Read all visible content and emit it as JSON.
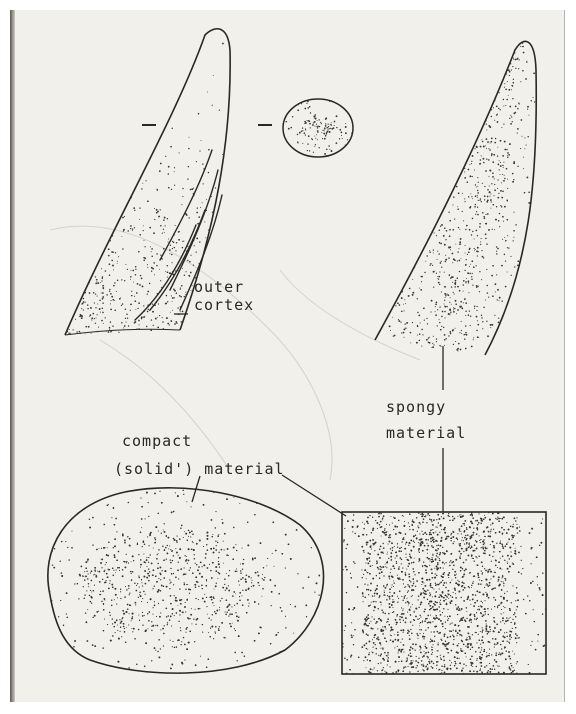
{
  "labels": {
    "outer_cortex": [
      "outer",
      "cortex"
    ],
    "spongy_material": [
      "spongy",
      "material"
    ],
    "compact_line1": "compact",
    "compact_line2": "(solid') material"
  },
  "colors": {
    "paper": "#f2f0ea",
    "ink": "#2a2826",
    "stipple": "#3a3733"
  }
}
